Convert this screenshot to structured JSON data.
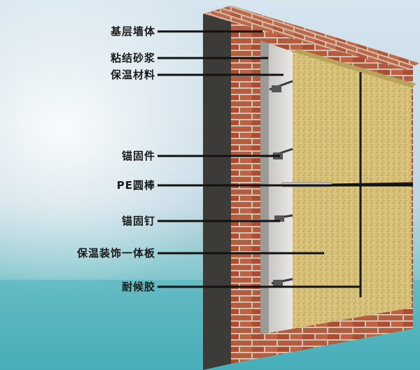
{
  "labels": [
    {
      "id": "base-wall",
      "text": "基层墙体"
    },
    {
      "id": "adhesive-mortar",
      "text": "粘结砂浆"
    },
    {
      "id": "insulation-material",
      "text": "保温材料"
    },
    {
      "id": "anchor-part",
      "text": "锚固件"
    },
    {
      "id": "pe-round-rod",
      "text": "PE圆棒"
    },
    {
      "id": "anchor-nail",
      "text": "锚固钉"
    },
    {
      "id": "insulation-decorative-panel",
      "text": "保温装饰一体板"
    },
    {
      "id": "weather-resistant-sealant",
      "text": "耐候胶"
    }
  ],
  "colors": {
    "sky_top": "#dde9f0",
    "sea": "#5fbcc4",
    "brick": "#b4553a",
    "mortar": "#d8cfc0",
    "insulation": "#d8d6d2",
    "panel": "#d8c47a",
    "leader": "#111111"
  }
}
